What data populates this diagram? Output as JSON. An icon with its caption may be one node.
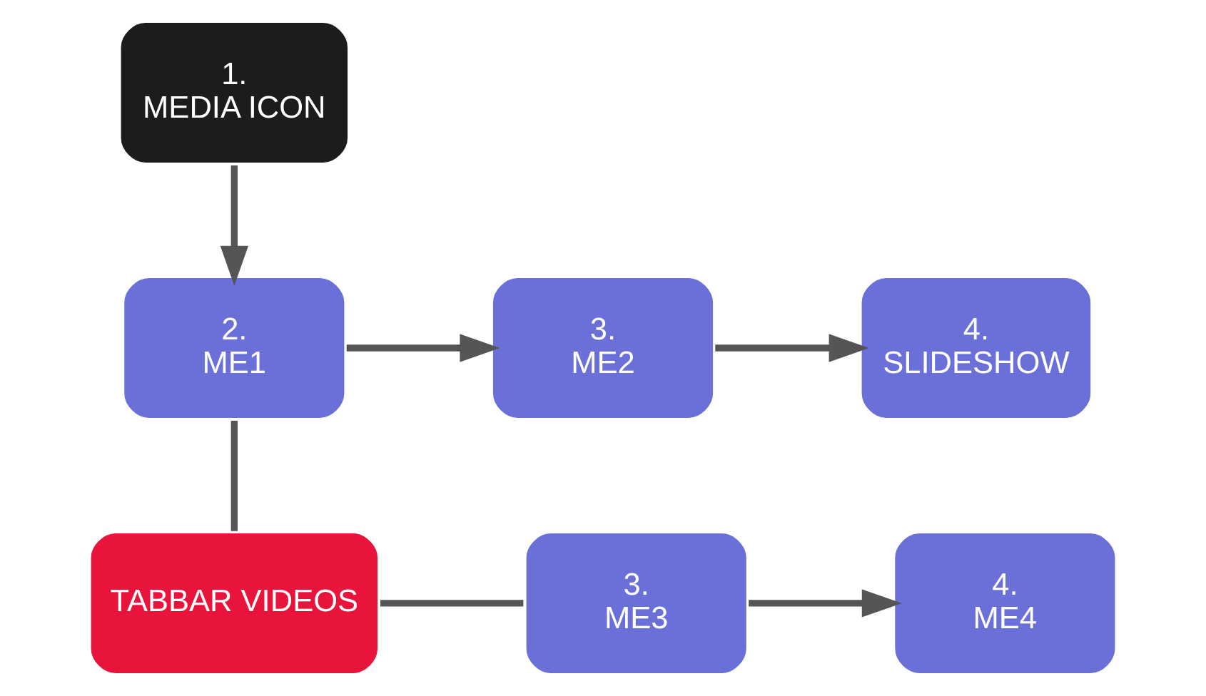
{
  "diagram": {
    "nodes": [
      {
        "text": [
          "1.",
          "MEDIA ICON"
        ]
      },
      {
        "text": [
          "2.",
          "ME1"
        ]
      },
      {
        "text": [
          "3.",
          "ME2"
        ]
      },
      {
        "text": [
          "4.",
          "SLIDESHOW"
        ]
      },
      {
        "text": [
          "TABBAR VIDEOS"
        ]
      },
      {
        "text": [
          "3.",
          "ME3"
        ]
      },
      {
        "text": [
          "4.",
          "ME4"
        ]
      }
    ],
    "edges": [
      {
        "from": 0,
        "to": 1,
        "arrow": "to"
      },
      {
        "from": 1,
        "to": 2,
        "arrow": "to"
      },
      {
        "from": 2,
        "to": 3,
        "arrow": "to"
      },
      {
        "from": 1,
        "to": 4,
        "arrow": "none"
      },
      {
        "from": 4,
        "to": 5,
        "arrow": "none"
      },
      {
        "from": 5,
        "to": 6,
        "arrow": "to"
      }
    ]
  }
}
